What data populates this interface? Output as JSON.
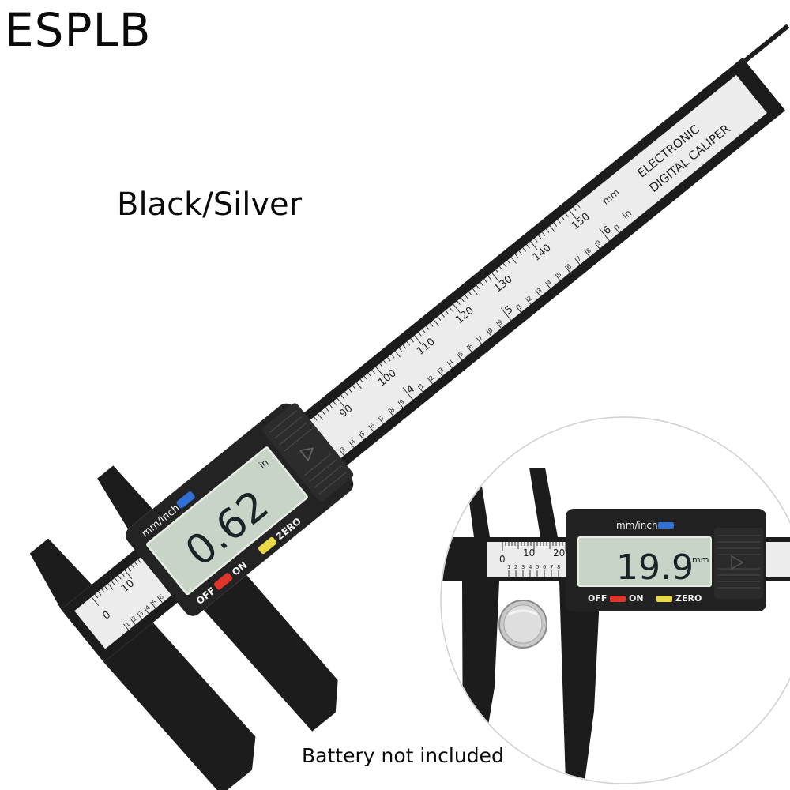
{
  "brand": "ESPLB",
  "variant": "Black/Silver",
  "note": "Battery not included",
  "colors": {
    "body_black": "#1c1c1c",
    "ruler_silver": "#ececec",
    "lcd_green": "#c9d4c8",
    "lcd_digits": "#1a2326",
    "button_blue": "#2f6fd6",
    "button_red": "#e0352b",
    "button_yellow": "#e9d84a",
    "inset_border": "#d0d0d0"
  },
  "main_caliper": {
    "beam_text_line1": "ELECTRONIC",
    "beam_text_line2": "DIGITAL CALIPER",
    "unit_mm": "mm",
    "unit_in": "in",
    "mm_major_labels": [
      "90",
      "100",
      "110",
      "120",
      "130",
      "140",
      "150"
    ],
    "in_major_labels": [
      "4",
      "5",
      "6"
    ],
    "jaw_scale": {
      "mm_labels": [
        "0",
        "10"
      ],
      "in_minor": [
        "1",
        "2",
        "3",
        "4",
        "5",
        "6"
      ]
    },
    "display": {
      "reading": "0.62",
      "unit": "in",
      "mode_button_label": "mm/inch",
      "off_label": "OFF",
      "on_label": "ON",
      "zero_label": "ZERO"
    }
  },
  "inset_caliper": {
    "display": {
      "reading": "19.9",
      "unit": "mm",
      "mode_button_label": "mm/inch",
      "off_label": "OFF",
      "on_label": "ON",
      "zero_label": "ZERO"
    },
    "scale": {
      "mm_labels": [
        "0",
        "10",
        "20"
      ],
      "in_minor": [
        "1",
        "2",
        "3",
        "4",
        "5",
        "6",
        "7",
        "8"
      ]
    },
    "battery_icon": "coin-cell-battery"
  }
}
